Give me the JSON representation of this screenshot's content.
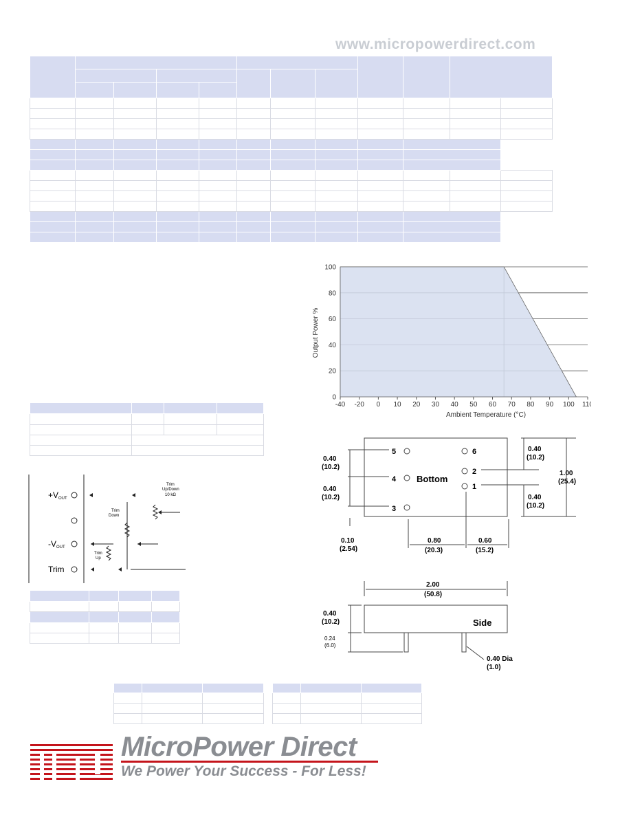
{
  "header": {
    "url": "www.micropowerdirect.com"
  },
  "derating_chart": {
    "chart_data": {
      "type": "area",
      "title": "",
      "xlabel": "Ambient Temperature (°C)",
      "ylabel": "Output Power %",
      "x_ticks": [
        "-40",
        "-20",
        "0",
        "10",
        "20",
        "30",
        "40",
        "50",
        "60",
        "70",
        "80",
        "90",
        "100",
        "110"
      ],
      "y_ticks": [
        "0",
        "20",
        "40",
        "60",
        "80",
        "100"
      ],
      "xlim": [
        -40,
        110
      ],
      "ylim": [
        0,
        100
      ],
      "grid": true,
      "series": [
        {
          "x": [
            -40,
            66,
            104
          ],
          "y": [
            100,
            100,
            0
          ]
        }
      ],
      "fill_color": "#d5ddee"
    }
  },
  "bottom_view": {
    "title": "Bottom",
    "pins": [
      "5",
      "6",
      "2",
      "4",
      "1",
      "3"
    ],
    "dims": {
      "left_top": [
        "0.40",
        "(10.2)"
      ],
      "left_mid": [
        "0.40",
        "(10.2)"
      ],
      "left_bottom": [
        "0.10",
        "(2.54)"
      ],
      "right_top": [
        "0.40",
        "(10.2)"
      ],
      "right_overall": [
        "1.00",
        "(25.4)"
      ],
      "right_bottom": [
        "0.40",
        "(10.2)"
      ],
      "bottom_mid": [
        "0.80",
        "(20.3)"
      ],
      "bottom_right": [
        "0.60",
        "(15.2)"
      ]
    }
  },
  "side_view": {
    "title": "Side",
    "dims": {
      "width": [
        "2.00",
        "(50.8)"
      ],
      "height": [
        "0.40",
        "(10.2)"
      ],
      "pin_len": [
        "0.24",
        "(6.0)"
      ],
      "pin_dia": [
        "0.40 Dia",
        "(1.0)"
      ]
    }
  },
  "trim_schematic": {
    "vout_plus_main": "+V",
    "vout_plus_sub": "OUT",
    "vout_minus_main": "-V",
    "vout_minus_sub": "OUT",
    "trim": "Trim",
    "trim_down": [
      "Trim",
      "Down"
    ],
    "trim_up": [
      "Trim",
      "Up"
    ],
    "trim_updown": [
      "Trim",
      "Up/Down",
      "10 kΩ"
    ]
  },
  "brand": {
    "name": "MicroPower Direct",
    "tagline": "We Power Your Success - For Less!",
    "colors": {
      "red": "#c4141b",
      "gray": "#8a8d92"
    }
  }
}
